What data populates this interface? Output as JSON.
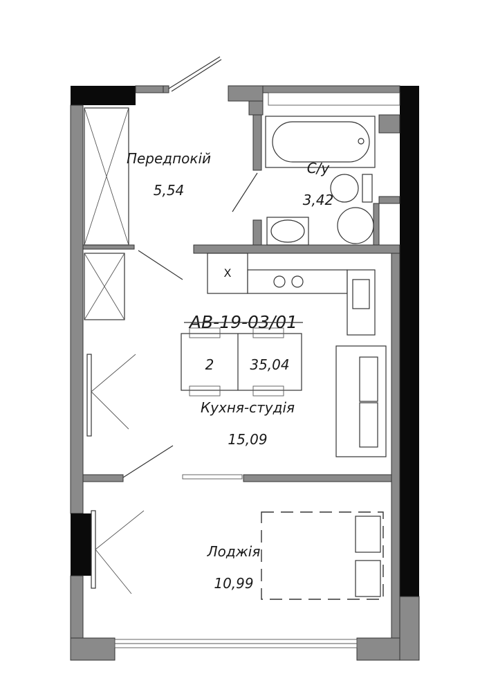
{
  "apartment": {
    "code": "АВ-19-03/01",
    "rooms": "2",
    "total_area": "35,04"
  },
  "rooms": [
    {
      "id": "hall",
      "name": "Передпокій",
      "area": "5,54"
    },
    {
      "id": "bathroom",
      "name": "С/у",
      "area": "3,42"
    },
    {
      "id": "kitchen_studio",
      "name": "Кухня-студія",
      "area": "15,09"
    },
    {
      "id": "loggia",
      "name": "Лоджія",
      "area": "10,99"
    }
  ],
  "fixtures": {
    "hood_symbol": "X"
  },
  "colors": {
    "wall_gray": "#8a8a8a",
    "wall_black": "#0a0a0a",
    "background": "#ffffff"
  }
}
